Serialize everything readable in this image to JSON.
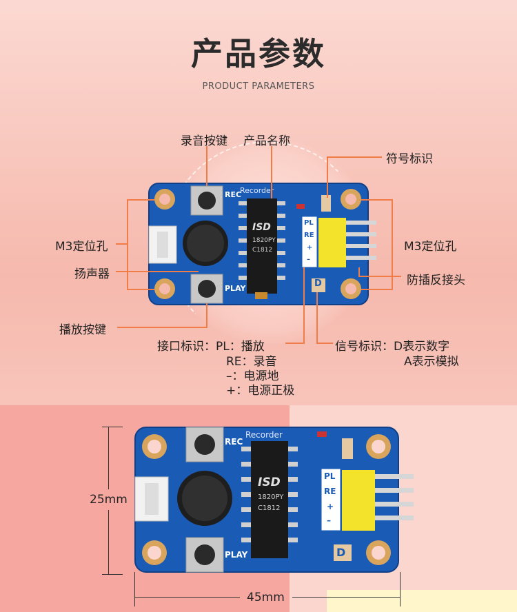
{
  "header": {
    "title": "产品参数",
    "subtitle": "PRODUCT PARAMETERS"
  },
  "callouts": {
    "record_key": "录音按键",
    "product_name": "产品名称",
    "symbol_mark": "符号标识",
    "m3_left": "M3定位孔",
    "m3_right": "M3定位孔",
    "speaker": "扬声器",
    "anti_reverse": "防插反接头",
    "play_key": "播放按键",
    "interface_title": "接口标识：PL：播放",
    "interface_re": "RE：录音",
    "interface_gnd": "–：电源地",
    "interface_vcc": "+：电源正极",
    "signal_title": "信号标识：D表示数字",
    "signal_analog": "A表示模拟"
  },
  "board": {
    "brand": "Recorder",
    "rec": "REC",
    "play": "PLAY",
    "chip_top": "ISD",
    "chip_model": "1820PY",
    "chip_code": "C1812",
    "pins": [
      "PL",
      "RE",
      "+",
      "–"
    ],
    "mode": "D"
  },
  "dimensions": {
    "height": "25mm",
    "width": "45mm"
  },
  "colors": {
    "accent": "#f07d47",
    "board": "#1a5bb5",
    "header_pin": "#f3e32a"
  }
}
